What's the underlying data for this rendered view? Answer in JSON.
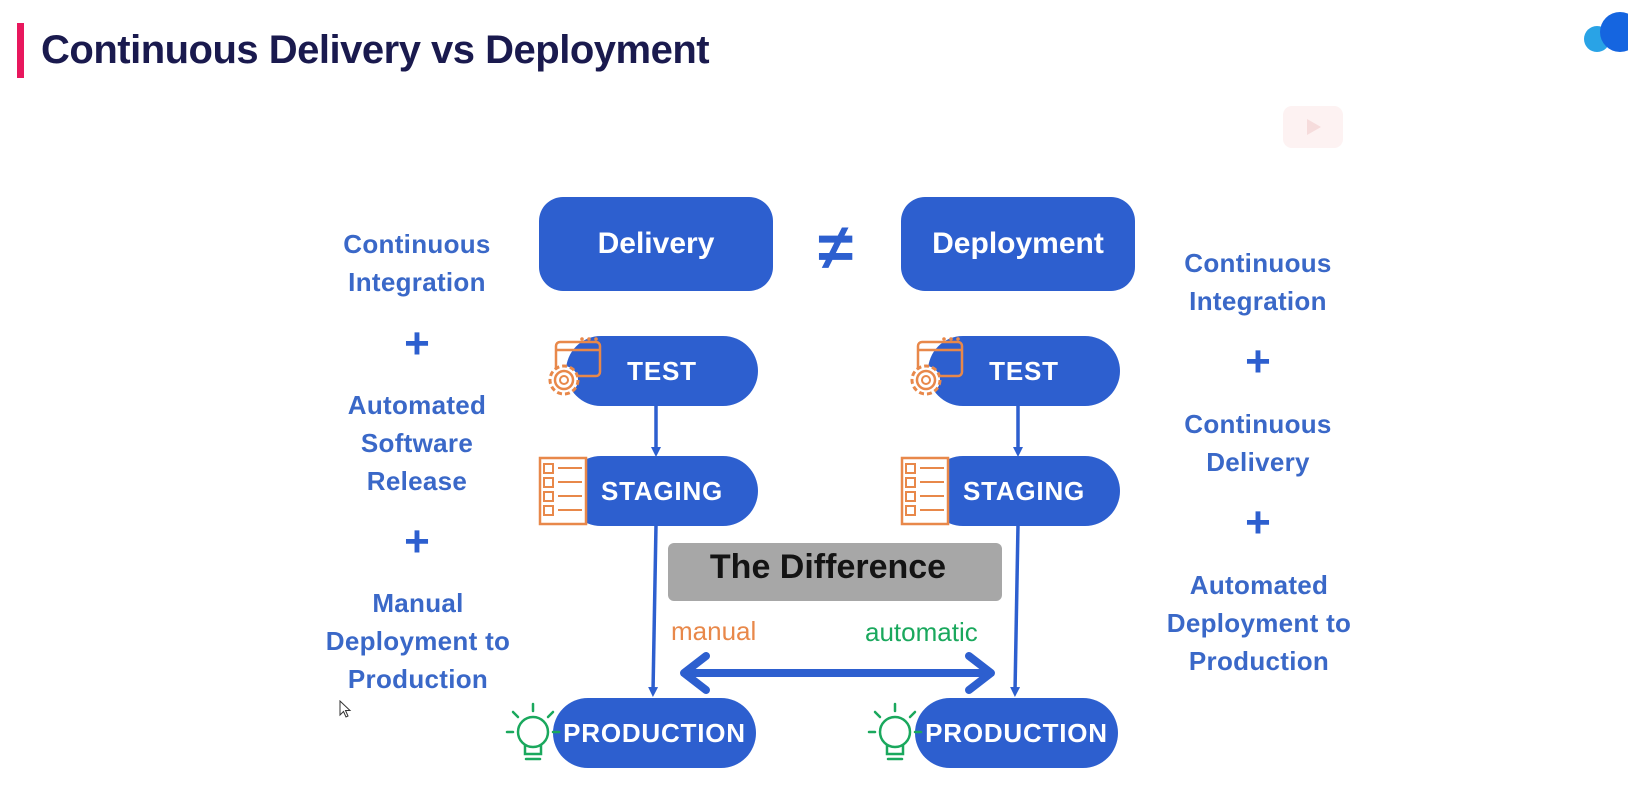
{
  "title": "Continuous Delivery vs Deployment",
  "colors": {
    "accent_bar": "#e8175d",
    "title": "#1a1a4e",
    "primary_blue": "#2d5fcf",
    "side_text": "#3a68c8",
    "manual": "#e8884a",
    "automatic": "#1aa85d"
  },
  "left_column": {
    "item1": "Continuous Integration",
    "plus1": "+",
    "item2": "Automated Software Release",
    "plus2": "+",
    "item3": "Manual Deployment to Production"
  },
  "right_column": {
    "item1": "Continuous Integration",
    "plus1": "+",
    "item2": "Continuous Delivery",
    "plus2": "+",
    "item3": "Automated Deployment to Production"
  },
  "delivery": {
    "header": "Delivery",
    "test": "TEST",
    "staging": "STAGING",
    "production": "PRODUCTION"
  },
  "deployment": {
    "header": "Deployment",
    "test": "TEST",
    "staging": "STAGING",
    "production": "PRODUCTION"
  },
  "not_equal_symbol": "≠",
  "difference_label": "The Difference",
  "manual_label": "manual",
  "automatic_label": "automatic",
  "icons": [
    "gear-icon",
    "checklist-icon",
    "lightbulb-icon",
    "double-arrow-icon",
    "youtube-icon",
    "logo-icon"
  ]
}
